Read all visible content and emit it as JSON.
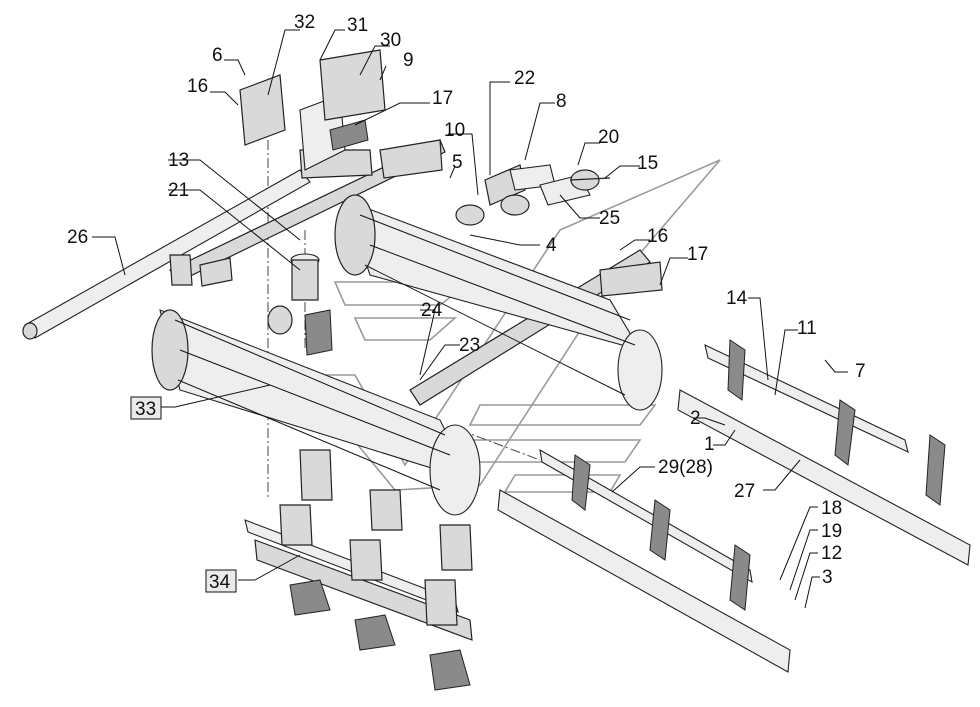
{
  "labels": {
    "l32": "32",
    "l31": "31",
    "l30": "30",
    "l6": "6",
    "l9": "9",
    "l16a": "16",
    "l17a": "17",
    "l22": "22",
    "l8": "8",
    "l10": "10",
    "l20": "20",
    "l5": "5",
    "l15": "15",
    "l13": "13",
    "l21": "21",
    "l25": "25",
    "l26": "26",
    "l4": "4",
    "l16b": "16",
    "l17b": "17",
    "l14": "14",
    "l11": "11",
    "l7": "7",
    "l24": "24",
    "l23": "23",
    "l2": "2",
    "l1": "1",
    "l33": "33",
    "l29": "29(28)",
    "l27": "27",
    "l18": "18",
    "l19": "19",
    "l12": "12",
    "l3": "3",
    "l34": "34"
  },
  "colors": {
    "line": "#222222",
    "fill": "#d9d9d9",
    "watermark": "#9a9a9a"
  },
  "icons": [
    "watermark-logo"
  ]
}
